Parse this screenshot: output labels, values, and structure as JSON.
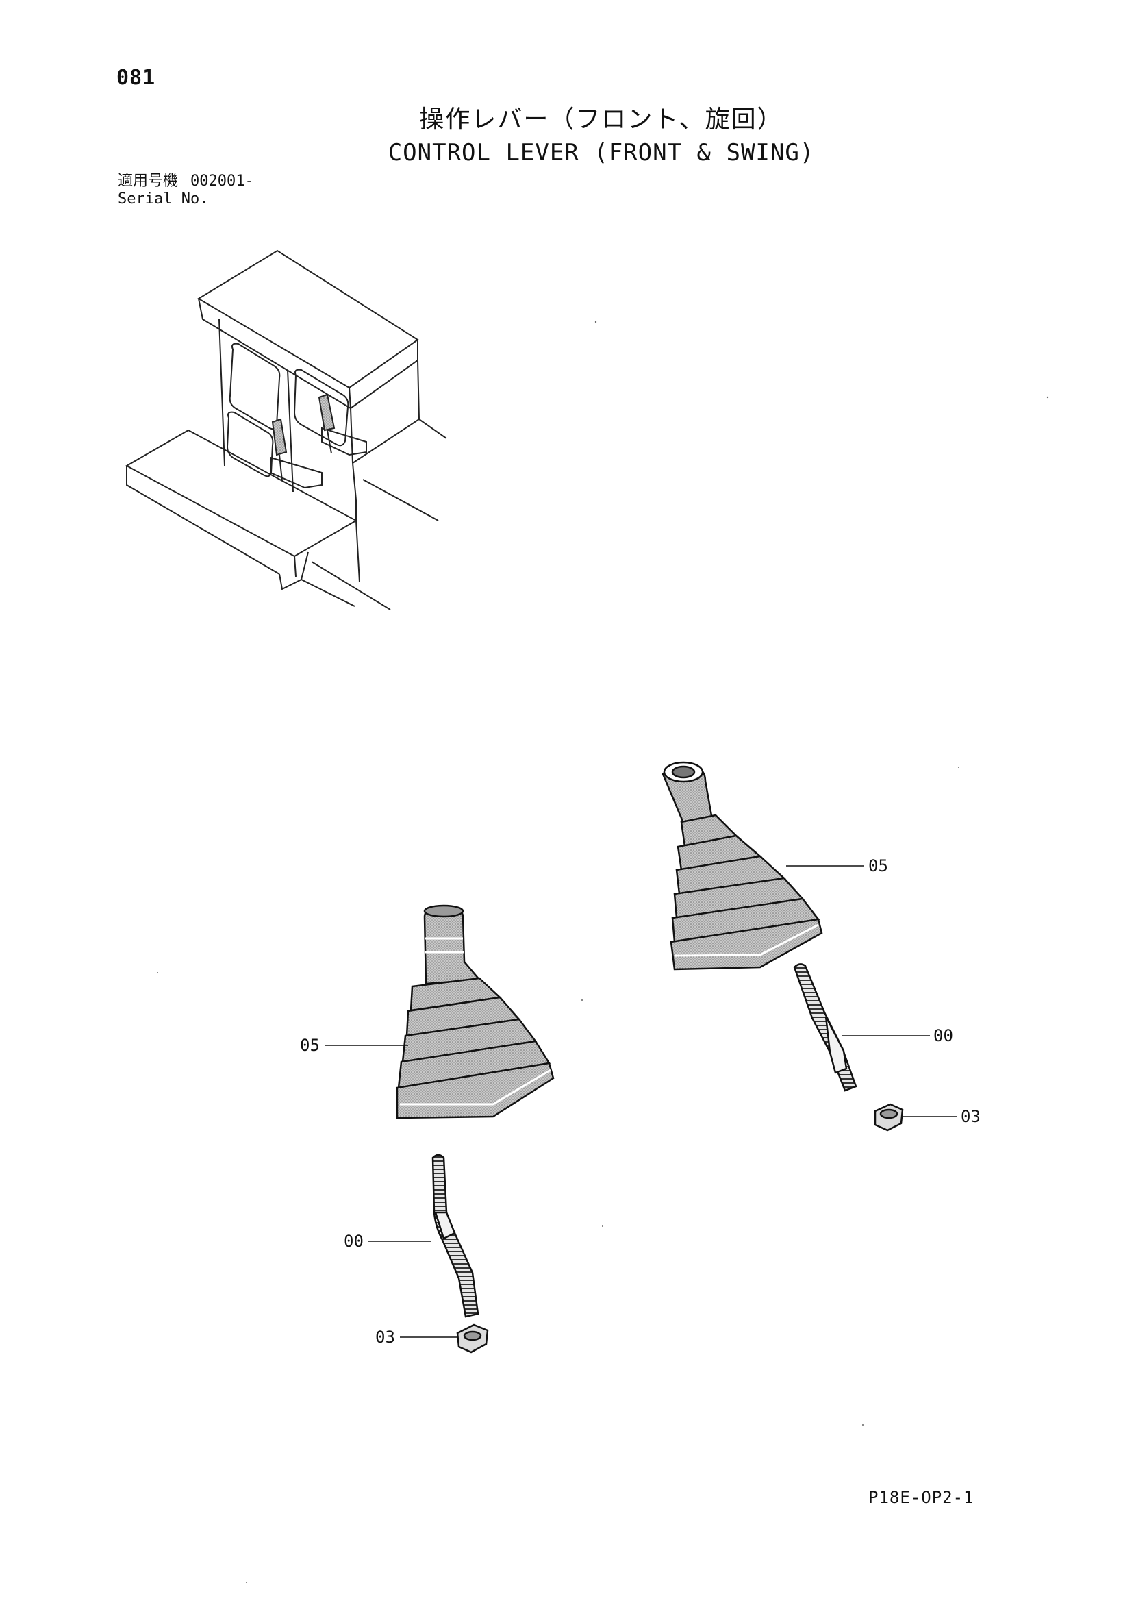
{
  "header": {
    "page_number": "081",
    "title_japanese": "操作レバー（フロント、旋回）",
    "title_english": "CONTROL LEVER (FRONT & SWING)"
  },
  "serial": {
    "label_japanese": "適用号機",
    "value": "002001-",
    "label_english": "Serial No."
  },
  "callouts": {
    "right_boot": "05",
    "right_lever": "00",
    "right_nut": "03",
    "left_boot": "05",
    "left_lever": "00",
    "left_nut": "03"
  },
  "footer": {
    "doc_code": "P18E-OP2-1"
  },
  "colors": {
    "line": "#111111",
    "rubber_fill": "#bdbdbd",
    "rubber_dark": "#8a8a8a"
  }
}
